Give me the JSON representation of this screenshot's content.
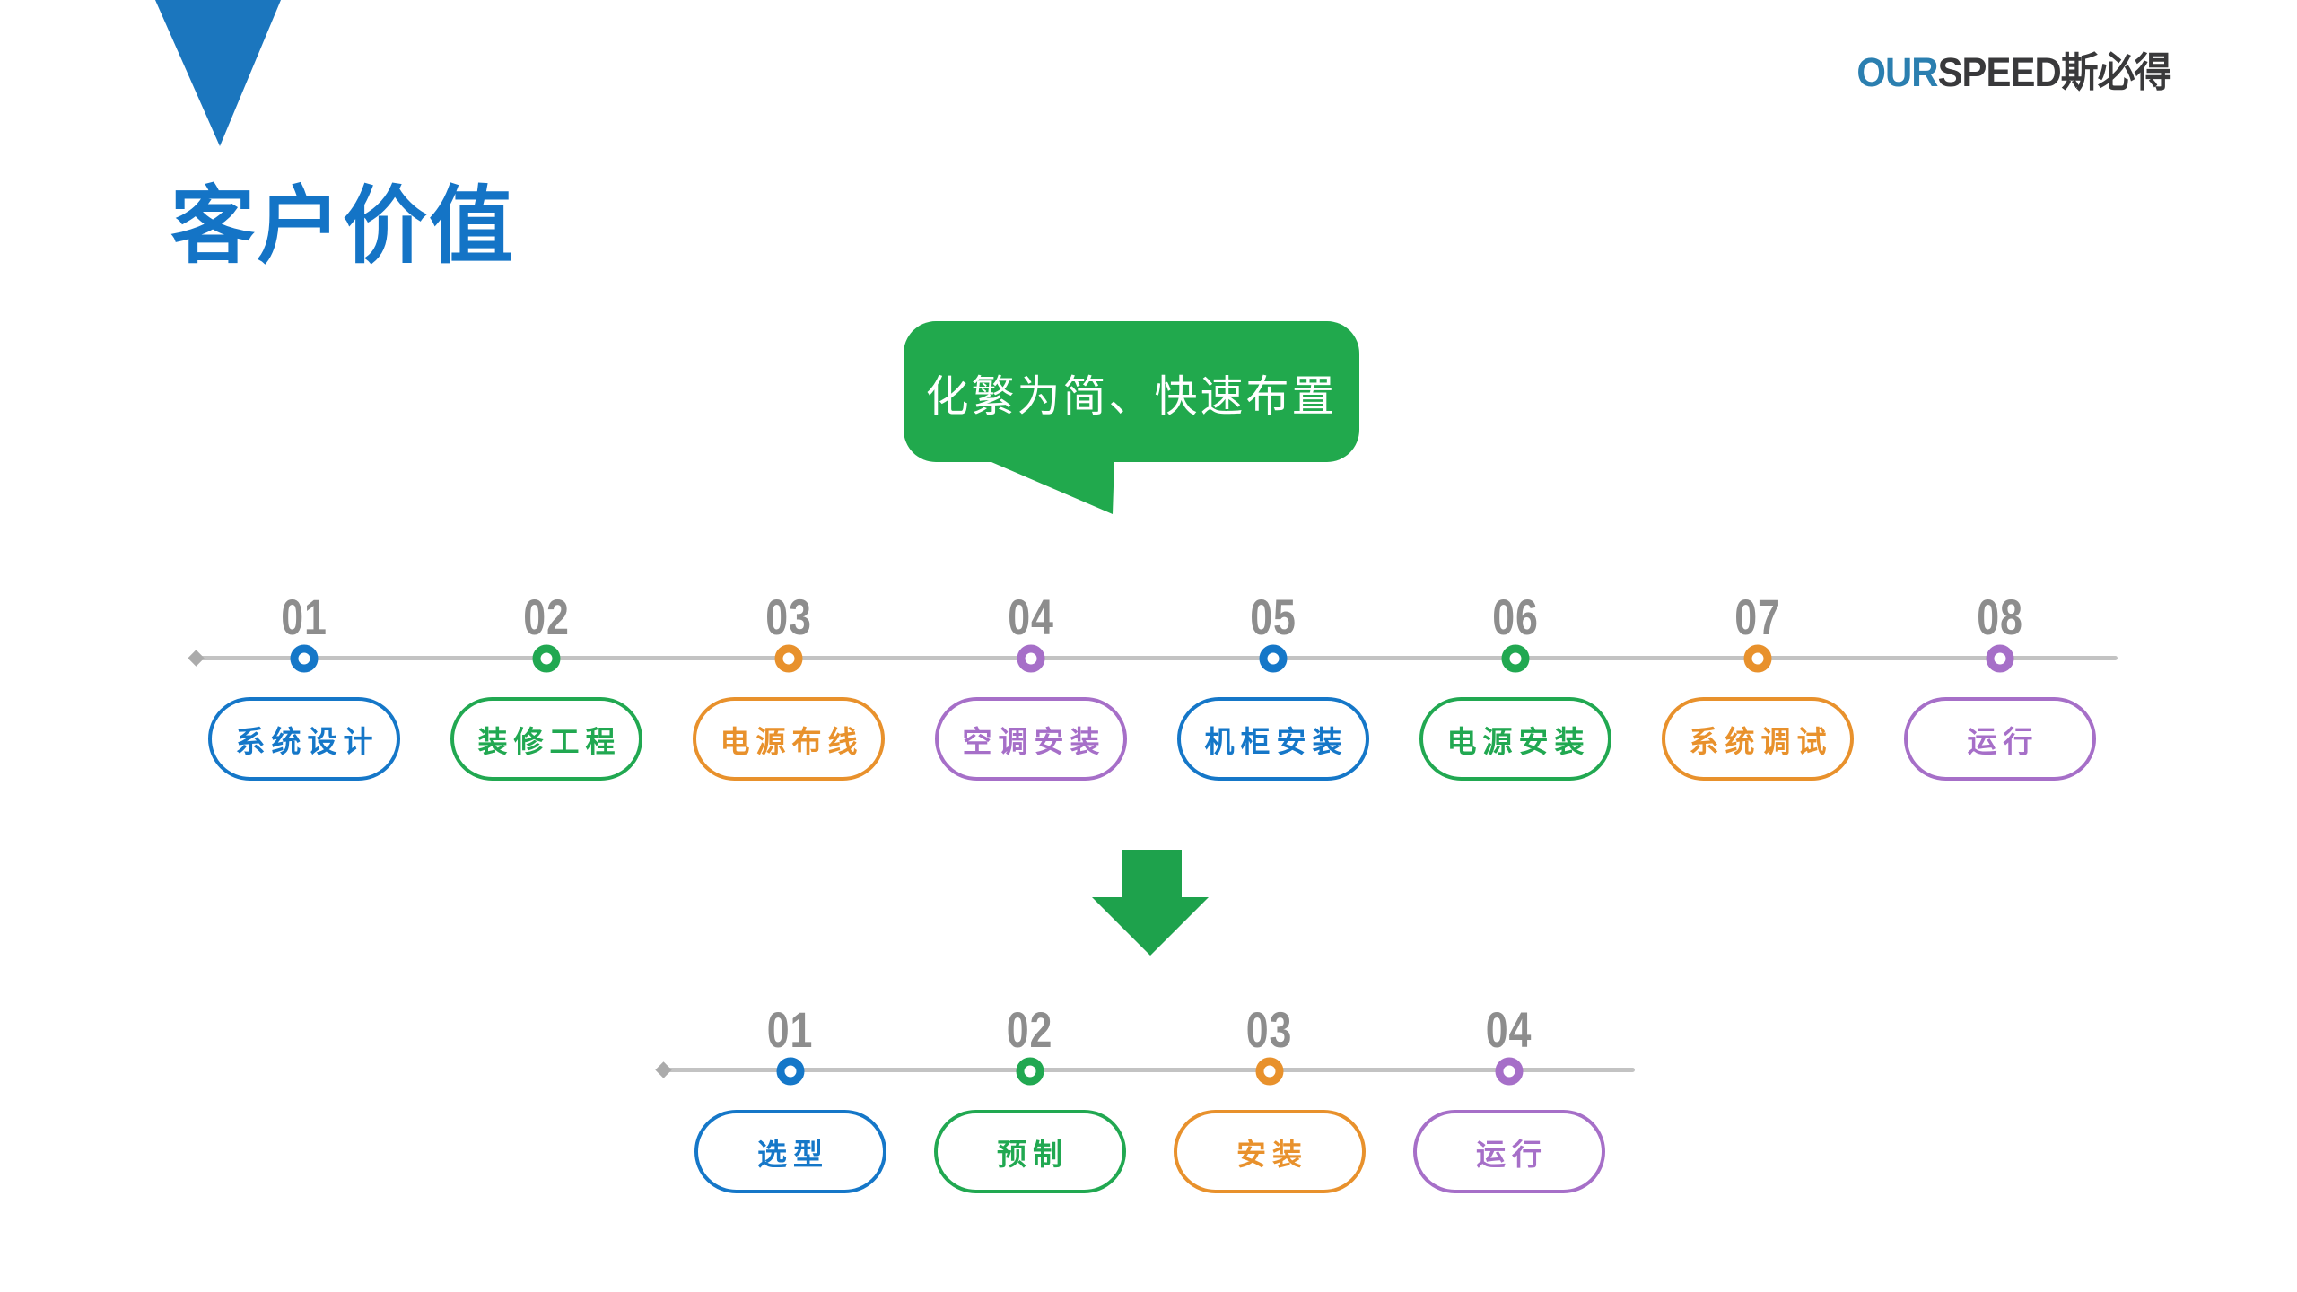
{
  "brand": {
    "logo_blue": "OUR",
    "logo_dark": "SPEED斯必得"
  },
  "page_title": "客户价值",
  "callout": {
    "text": "化繁为简、快速布置"
  },
  "colors": {
    "blue": "#1577c8",
    "green": "#21a851",
    "orange": "#e8912c",
    "purple": "#a66fc8",
    "title_blue": "#1474c6",
    "triangle_blue": "#1b76be",
    "bubble_green": "#21a94d",
    "arrow_green": "#1ea24c",
    "number_gray": "#8d8d8d",
    "line_gray": "#c3c3c3",
    "logo_blue": "#2b7fb0",
    "logo_dark": "#39393b"
  },
  "process_top": {
    "steps": [
      {
        "num": "01",
        "label": "系统设计",
        "color": "blue"
      },
      {
        "num": "02",
        "label": "装修工程",
        "color": "green"
      },
      {
        "num": "03",
        "label": "电源布线",
        "color": "orange"
      },
      {
        "num": "04",
        "label": "空调安装",
        "color": "purple"
      },
      {
        "num": "05",
        "label": "机柜安装",
        "color": "blue"
      },
      {
        "num": "06",
        "label": "电源安装",
        "color": "green"
      },
      {
        "num": "07",
        "label": "系统调试",
        "color": "orange"
      },
      {
        "num": "08",
        "label": "运行",
        "color": "purple"
      }
    ]
  },
  "process_bottom": {
    "steps": [
      {
        "num": "01",
        "label": "选型",
        "color": "blue"
      },
      {
        "num": "02",
        "label": "预制",
        "color": "green"
      },
      {
        "num": "03",
        "label": "安装",
        "color": "orange"
      },
      {
        "num": "04",
        "label": "运行",
        "color": "purple"
      }
    ]
  }
}
